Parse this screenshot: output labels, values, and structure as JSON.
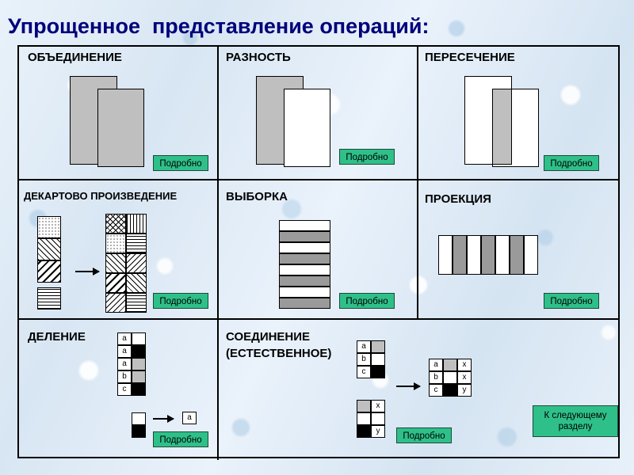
{
  "title": "Упрощенное  представление операций:",
  "colors": {
    "title": "#00007a",
    "button": "#2fc08a",
    "shape_gray": "#bfbfbf",
    "shape_midgray": "#9a9a9a",
    "background": "#e3edf7"
  },
  "buttons": {
    "details": "Подробно",
    "next_section": "К следующему\nразделу",
    "next_section_line1": "К следующему",
    "next_section_line2": "разделу"
  },
  "cells": [
    {
      "id": "union",
      "title": "ОБЪЕДИНЕНИЕ",
      "details": "Подробно"
    },
    {
      "id": "difference",
      "title": "РАЗНОСТЬ",
      "details": "Подробно"
    },
    {
      "id": "intersection",
      "title": "ПЕРЕСЕЧЕНИЕ",
      "details": "Подробно"
    },
    {
      "id": "cartesian-product",
      "title": "ДЕКАРТОВО ПРОИЗВЕДЕНИЕ",
      "details": "Подробно"
    },
    {
      "id": "selection",
      "title": "ВЫБОРКА",
      "details": "Подробно"
    },
    {
      "id": "projection",
      "title": "ПРОЕКЦИЯ",
      "details": "Подробно"
    },
    {
      "id": "division",
      "title": "ДЕЛЕНИЕ",
      "details": "Подробно"
    },
    {
      "id": "join",
      "title": "СОЕДИНЕНИЕ",
      "title_line2": "(ЕСТЕСТВЕННОЕ)",
      "details": "Подробно"
    }
  ],
  "division": {
    "left_labels": [
      "a",
      "a",
      "a",
      "b",
      "c"
    ],
    "result_label": "a"
  },
  "join": {
    "left_labels": [
      "a",
      "b",
      "c"
    ],
    "mid_labels": [
      "x",
      "y"
    ],
    "result_left": [
      "a",
      "b",
      "c"
    ],
    "result_right": [
      "x",
      "x",
      "y"
    ]
  }
}
